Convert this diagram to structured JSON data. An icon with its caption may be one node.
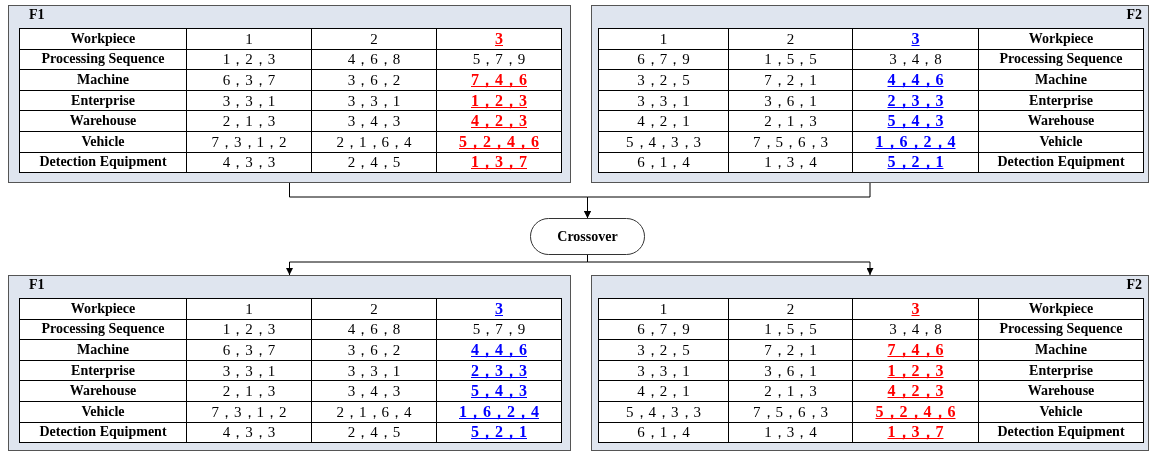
{
  "diagram": {
    "nodes": [
      {
        "text": [
          "F1"
        ]
      },
      {
        "text": [
          "F2"
        ]
      },
      {
        "text": [
          "Crossover"
        ]
      },
      {
        "text": [
          "F1"
        ]
      },
      {
        "text": [
          "F2"
        ]
      }
    ],
    "edges": [
      {
        "from": 0,
        "to": 2,
        "arrow": "to"
      },
      {
        "from": 1,
        "to": 2,
        "arrow": "to"
      },
      {
        "from": 2,
        "to": 3,
        "arrow": "to"
      },
      {
        "from": 2,
        "to": 4,
        "arrow": "to"
      }
    ],
    "labels": [
      "Workpiece",
      "1",
      "2",
      "3",
      "Processing Sequence",
      "1，2，3",
      "4，6，8",
      "5，7，9",
      "Machine",
      "6，3，7",
      "3，6，2",
      "7，4，6",
      "Enterprise",
      "3，3，1",
      "3，3，1",
      "1，2，3",
      "Warehouse",
      "2，1，3",
      "3，4，3",
      "4，2，3",
      "Vehicle",
      "7，3，1，2",
      "2，1，6，4",
      "5，2，4，6",
      "Detection Equipment",
      "4，3，3",
      "2，4，5",
      "1，3，7",
      "1",
      "2",
      "3",
      "Workpiece",
      "6，7，9",
      "1，5，5",
      "3，4，8",
      "Processing Sequence",
      "3，2，5",
      "7，2，1",
      "4，4，6",
      "Machine",
      "3，3，1",
      "3，6，1",
      "2，3，3",
      "Enterprise",
      "4，2，1",
      "2，1，3",
      "5，4，3",
      "Warehouse",
      "5，4，3，3",
      "7，5，6，3",
      "1，6，2，4",
      "Vehicle",
      "6，1，4",
      "1，3，4",
      "5，2，1",
      "Detection Equipment",
      "Workpiece",
      "1",
      "2",
      "3",
      "Processing Sequence",
      "1，2，3",
      "4，6，8",
      "5，7，9",
      "Machine",
      "6，3，7",
      "3，6，2",
      "4，4，6",
      "Enterprise",
      "3，3，1",
      "3，3，1",
      "2，3，3",
      "Warehouse",
      "2，1，3",
      "3，4，3",
      "5，4，3",
      "Vehicle",
      "7，3，1，2",
      "2，1，6，4",
      "1，6，2，4",
      "Detection Equipment",
      "4，3，3",
      "2，4，5",
      "5，2，1",
      "1",
      "2",
      "3",
      "Workpiece",
      "6，7，9",
      "1，5，5",
      "3，4，8",
      "Processing Sequence",
      "3，2，5",
      "7，2，1",
      "7，4，6",
      "Machine",
      "3，3，1",
      "3，6，1",
      "1，2，3",
      "Enterprise",
      "4，2，1",
      "2，1，3",
      "4，2，3",
      "Warehouse",
      "5，4，3，3",
      "7，5，6，3",
      "5，2，4，6",
      "Vehicle",
      "6，1，4",
      "1，3，4",
      "1，3，7",
      "Detection Equipment"
    ]
  }
}
